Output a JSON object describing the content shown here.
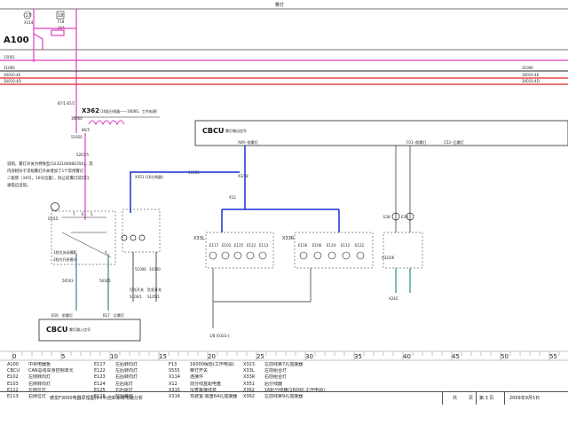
{
  "header": {
    "title": "雾灯"
  },
  "colors": {
    "pink": "#e040c0",
    "red": "#e02020",
    "blue": "#1a2fd6",
    "teal": "#2a8a8a",
    "line": "#222222"
  },
  "fuses": [
    {
      "id": "17",
      "amp": "15A",
      "name": "X114"
    },
    {
      "id": "18",
      "amp": "15A",
      "name": "F18",
      "sub": "10A"
    }
  ],
  "module": {
    "name": "A100"
  },
  "rails": {
    "r1": "15001",
    "r2": "31000",
    "r3": "30010-4E",
    "r4": "30010-4D",
    "r2r": "31000",
    "r3r": "30010-4E",
    "r4r": "30010-4D"
  },
  "relay": {
    "name": "X362",
    "desc": "（16起分线器——16000，工作电源）",
    "pins": "87/1 87/2",
    "lower": "86/5",
    "wire": "16000",
    "wire2": "51920",
    "pin": "52E5/5"
  },
  "note": {
    "lines": [
      "说明，雾灯开关为特殊型(5232100080350)，其",
      "内部相对于常规雾灯开关增加了1个常用雾灯",
      "二极管（16号，16号位置），防止前雾灯前灯口",
      "通电应出现。"
    ]
  },
  "switch": {
    "name": "S555",
    "pos1": "1档为关闭模式",
    "pos2": "2档为开启模式",
    "pins": [
      "7",
      "6",
      "5",
      "1",
      "4"
    ],
    "w1": "56503",
    "w2": "56305"
  },
  "cbcu_top": {
    "name": "CBCU",
    "sub": "雾灯输出信号",
    "a": "A09--前雾灯",
    "b": "F01--前雾灯",
    "c": "C52--后雾灯"
  },
  "cbcu_bottom": {
    "name": "CBCU",
    "sub": "雾灯输入信号",
    "pin1": "B16",
    "lbl1": "前雾灯",
    "pin2": "B17",
    "lbl2": "后雾灯"
  },
  "mid": {
    "conn": "X351 (16分线器)",
    "w": "56305",
    "pins": [
      "56304",
      "56305"
    ],
    "w1": "51000",
    "w2": "31000",
    "l1": "灯光开关",
    "l2": "危急开关",
    "l3": "S100/1",
    "l4": "S105/1"
  },
  "blocks": {
    "left": {
      "name": "X33L",
      "nums": [
        "E117",
        "E103",
        "E125",
        "E122",
        "E113"
      ]
    },
    "right": {
      "name": "X33R",
      "nums": [
        "E116",
        "E106",
        "E124",
        "E112",
        "E122"
      ]
    }
  },
  "labels": {
    "x12": "X12",
    "x31": "X3/1",
    "x322": "X322/6",
    "x242": "X242",
    "x31b": "X3/38",
    "e38": "E38",
    "e39": "E39",
    "ground": "1/8 (0101-)"
  },
  "scale": [
    "0",
    "5",
    "10",
    "15",
    "20",
    "25",
    "30",
    "35",
    "40",
    "45",
    "50",
    "55"
  ],
  "legend": [
    [
      [
        "A100",
        "中央电器板"
      ],
      [
        "CBCU",
        "CAN总线车身控制单元"
      ],
      [
        "E102",
        "左侧转向灯"
      ],
      [
        "E103",
        "右侧转向灯"
      ],
      [
        "E112",
        "左侧位灯"
      ],
      [
        "E113",
        "右侧位灯"
      ]
    ],
    [
      [
        "E117",
        "左后转向灯"
      ],
      [
        "E122",
        "左后转向灯"
      ],
      [
        "E123",
        "右后转向灯"
      ],
      [
        "E124",
        "左后尾灯"
      ],
      [
        "E125",
        "右后尾灯"
      ],
      [
        "E126",
        "左后雾灯"
      ]
    ],
    [
      [
        "F13",
        "16000保险(工作电源)"
      ],
      [
        "S555",
        "雾灯开关"
      ],
      [
        "X114",
        "连接件"
      ],
      [
        "X12",
        "前分线盒配电盘"
      ],
      [
        "X315",
        "仪表板接线盒"
      ],
      [
        "X316",
        "驾驶室-底盘64孔插接器"
      ]
    ],
    [
      [
        "X323",
        "左前线束7孔插接器"
      ],
      [
        "X33L",
        "左前组合灯"
      ],
      [
        "X33R",
        "右前组合灯"
      ],
      [
        "X351",
        "后分线器"
      ],
      [
        "X362",
        "16起分线器(16000-工作电源)"
      ],
      [
        "X362",
        "左前线束9孔插接器"
      ]
    ]
  ],
  "footer": {
    "left": "德龙F3000电器原理图(6×4)自卸系统电路分析",
    "total": "共",
    "page": "页",
    "sheet": "第 3 页",
    "date": "2009年9月5日"
  }
}
